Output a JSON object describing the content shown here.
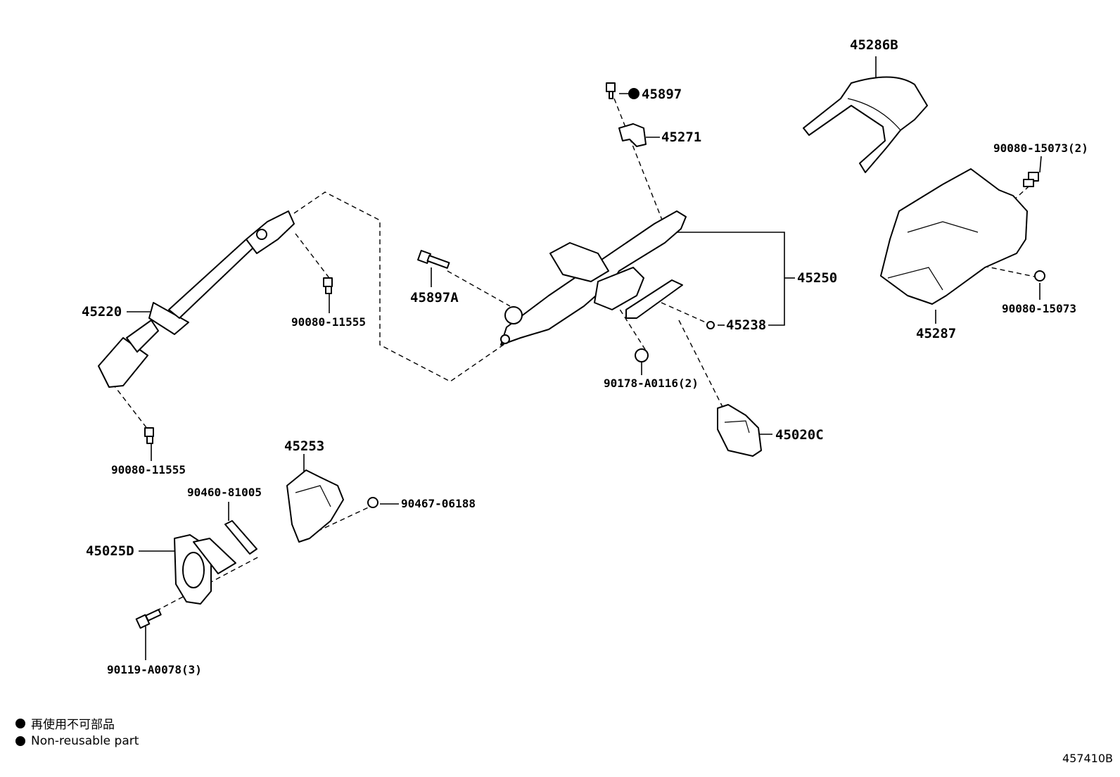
{
  "parts": [
    {
      "id": "p45286B",
      "label": "45286B"
    },
    {
      "id": "p45897",
      "label": "45897",
      "non_reusable": true
    },
    {
      "id": "p45271",
      "label": "45271"
    },
    {
      "id": "p90080_15073_2",
      "label": "90080-15073(2)"
    },
    {
      "id": "p45250",
      "label": "45250"
    },
    {
      "id": "p45220",
      "label": "45220"
    },
    {
      "id": "p45897A",
      "label": "45897A"
    },
    {
      "id": "p90080_11555_a",
      "label": "90080-11555"
    },
    {
      "id": "p45238",
      "label": "45238"
    },
    {
      "id": "p90080_15073",
      "label": "90080-15073"
    },
    {
      "id": "p45287",
      "label": "45287"
    },
    {
      "id": "p90178_A0116_2",
      "label": "90178-A0116(2)"
    },
    {
      "id": "p45020C",
      "label": "45020C"
    },
    {
      "id": "p90080_11555_b",
      "label": "90080-11555"
    },
    {
      "id": "p45253",
      "label": "45253"
    },
    {
      "id": "p90460_81005",
      "label": "90460-81005"
    },
    {
      "id": "p90467_06188",
      "label": "90467-06188"
    },
    {
      "id": "p45025D",
      "label": "45025D"
    },
    {
      "id": "p90119_A0078_3",
      "label": "90119-A0078(3)"
    }
  ],
  "legend": {
    "jp": "再使用不可部品",
    "en": "Non-reusable part"
  },
  "figure_id": "457410B"
}
